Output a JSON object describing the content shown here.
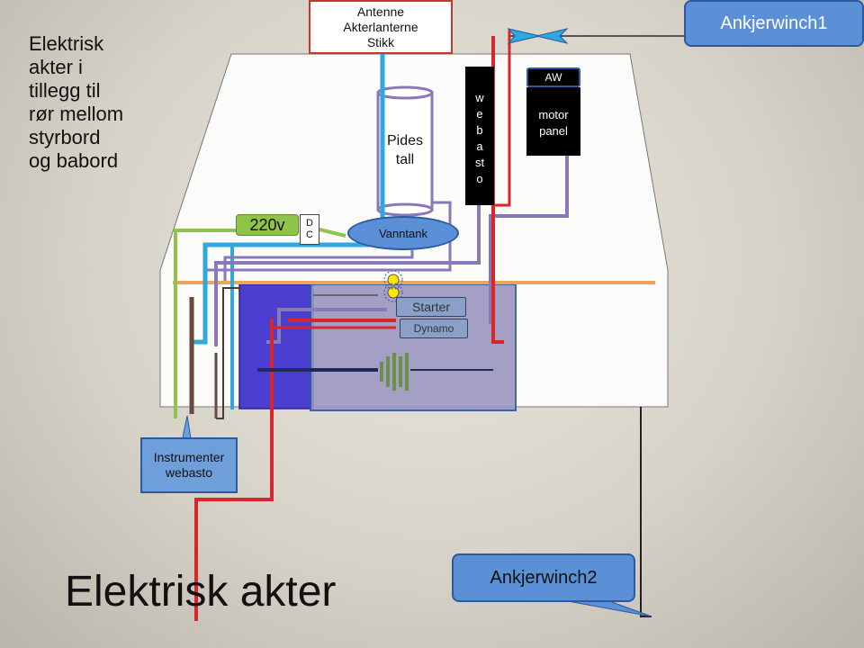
{
  "side_note": "Elektrisk akter i tillegg til rør mellom styrbord og babord",
  "title": "Elektrisk akter",
  "antenne_box": {
    "line1": "Antenne",
    "line2": "Akterlanterne",
    "line3": "Stikk"
  },
  "ankerwinch1": "Ankjerwinch1",
  "ankerwinch2": "Ankjerwinch2",
  "instrumenter": {
    "line1": "Instrumenter",
    "line2": "webasto"
  },
  "power_220v": "220v",
  "dc": {
    "line1": "D",
    "line2": "C"
  },
  "vanntank": "Vanntank",
  "pidestall": {
    "line1": "Pides",
    "line2": "tall"
  },
  "webasto_letters": [
    "w",
    "e",
    "b",
    "a",
    "st",
    "o"
  ],
  "aw": "AW",
  "motor_panel": {
    "line1": "motor",
    "line2": "panel"
  },
  "starter": "Starter",
  "dynamo": "Dynamo",
  "colors": {
    "hull": "#fbfbfa",
    "cable_green": "#8fc34a",
    "cable_blue": "#2fa7e0",
    "cable_purple": "#8a78b8",
    "cable_red": "#d9262b",
    "cable_orange": "#f0a35a",
    "cable_dark": "#4a3b2f",
    "engine_room": "#4a3fd1",
    "engine_bay": "#9a96c0",
    "accent_box": "#5b8fd6"
  }
}
